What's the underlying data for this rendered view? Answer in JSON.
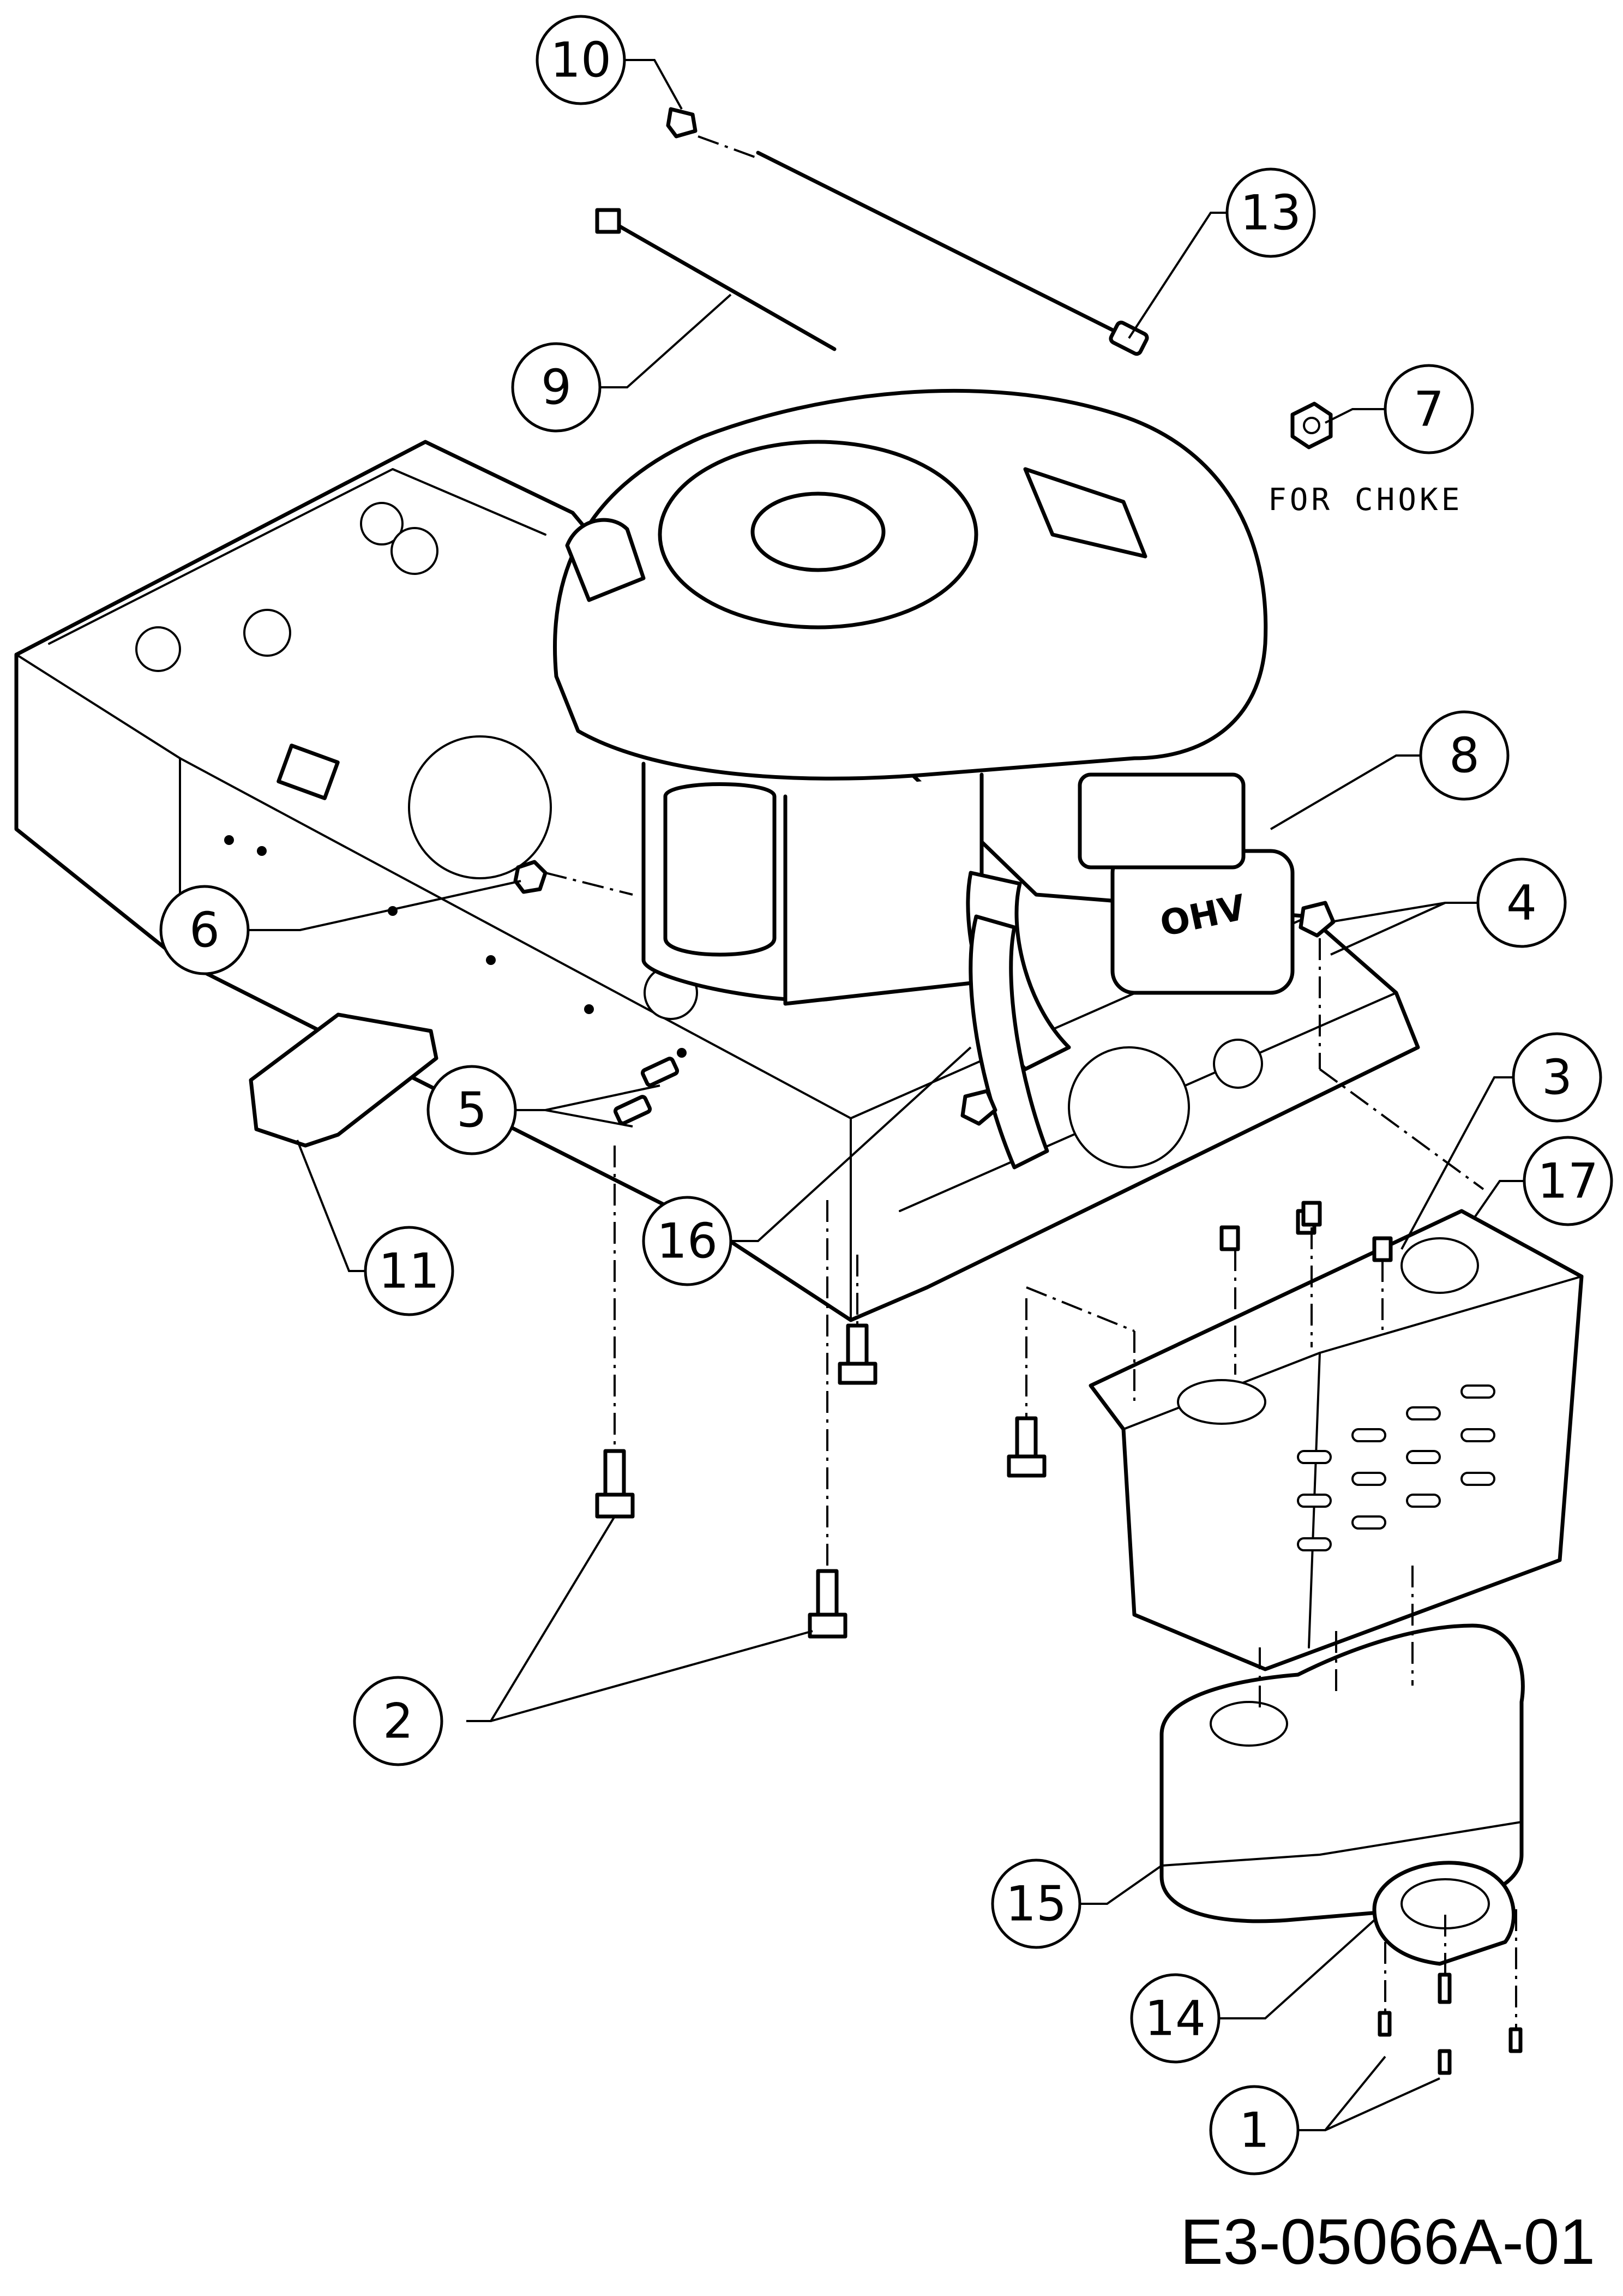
{
  "callouts": [
    {
      "label": "10"
    },
    {
      "label": "13"
    },
    {
      "label": "9"
    },
    {
      "label": "7"
    },
    {
      "label": "8"
    },
    {
      "label": "6"
    },
    {
      "label": "4"
    },
    {
      "label": "3"
    },
    {
      "label": "5"
    },
    {
      "label": "17"
    },
    {
      "label": "11"
    },
    {
      "label": "16"
    },
    {
      "label": "2"
    },
    {
      "label": "15"
    },
    {
      "label": "14"
    },
    {
      "label": "1"
    }
  ],
  "notes": {
    "for_choke": "FOR CHOKE"
  },
  "drawing_code": "E3-05066A-01"
}
